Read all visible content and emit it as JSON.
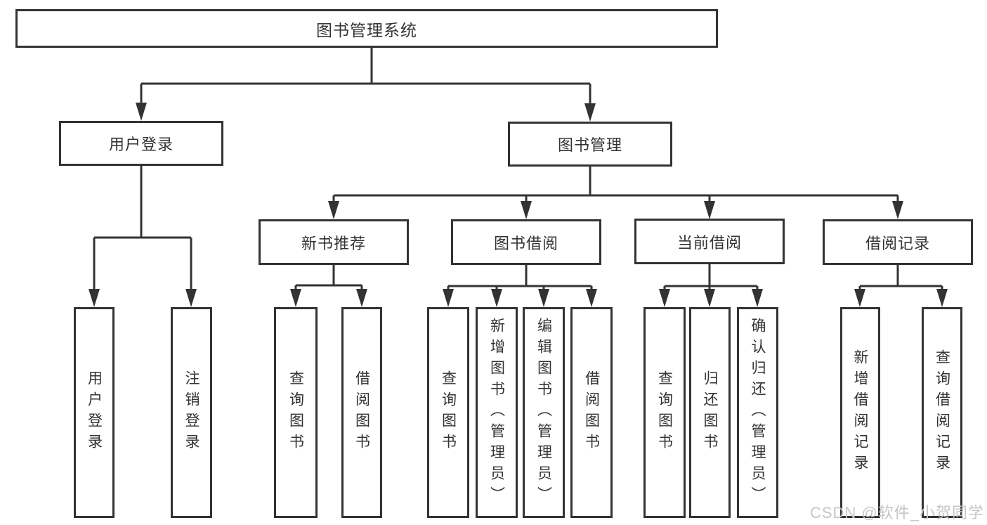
{
  "diagram": {
    "type": "hierarchy-tree",
    "nodes": {
      "root": "图书管理系统",
      "user_login": "用户登录",
      "book_mgmt": "图书管理",
      "new_book_rec": "新书推荐",
      "book_borrow": "图书借阅",
      "current_borrow": "当前借阅",
      "borrow_record": "借阅记录",
      "leaf_user_login": "用户登录",
      "leaf_logout": "注销登录",
      "leaf_nb_query": "查询图书",
      "leaf_nb_borrow": "借阅图书",
      "leaf_bb_query": "查询图书",
      "leaf_bb_add": "新增图书（管理员）",
      "leaf_bb_edit": "编辑图书（管理员）",
      "leaf_bb_borrow": "借阅图书",
      "leaf_cb_query": "查询图书",
      "leaf_cb_return": "归还图书",
      "leaf_cb_confirm": "确认归还（管理员）",
      "leaf_br_add": "新增借阅记录",
      "leaf_br_query": "查询借阅记录"
    },
    "hierarchy": {
      "图书管理系统": [
        "用户登录",
        "图书管理"
      ],
      "用户登录": [
        "用户登录",
        "注销登录"
      ],
      "图书管理": [
        "新书推荐",
        "图书借阅",
        "当前借阅",
        "借阅记录"
      ],
      "新书推荐": [
        "查询图书",
        "借阅图书"
      ],
      "图书借阅": [
        "查询图书",
        "新增图书（管理员）",
        "编辑图书（管理员）",
        "借阅图书"
      ],
      "当前借阅": [
        "查询图书",
        "归还图书",
        "确认归还（管理员）"
      ],
      "借阅记录": [
        "新增借阅记录",
        "查询借阅记录"
      ]
    },
    "colors": {
      "line": "#333333",
      "box_border": "#333333",
      "text": "#333333",
      "background": "#ffffff",
      "watermark": "#c9c5c5"
    }
  },
  "watermark": "CSDN @软件_小贺同学"
}
